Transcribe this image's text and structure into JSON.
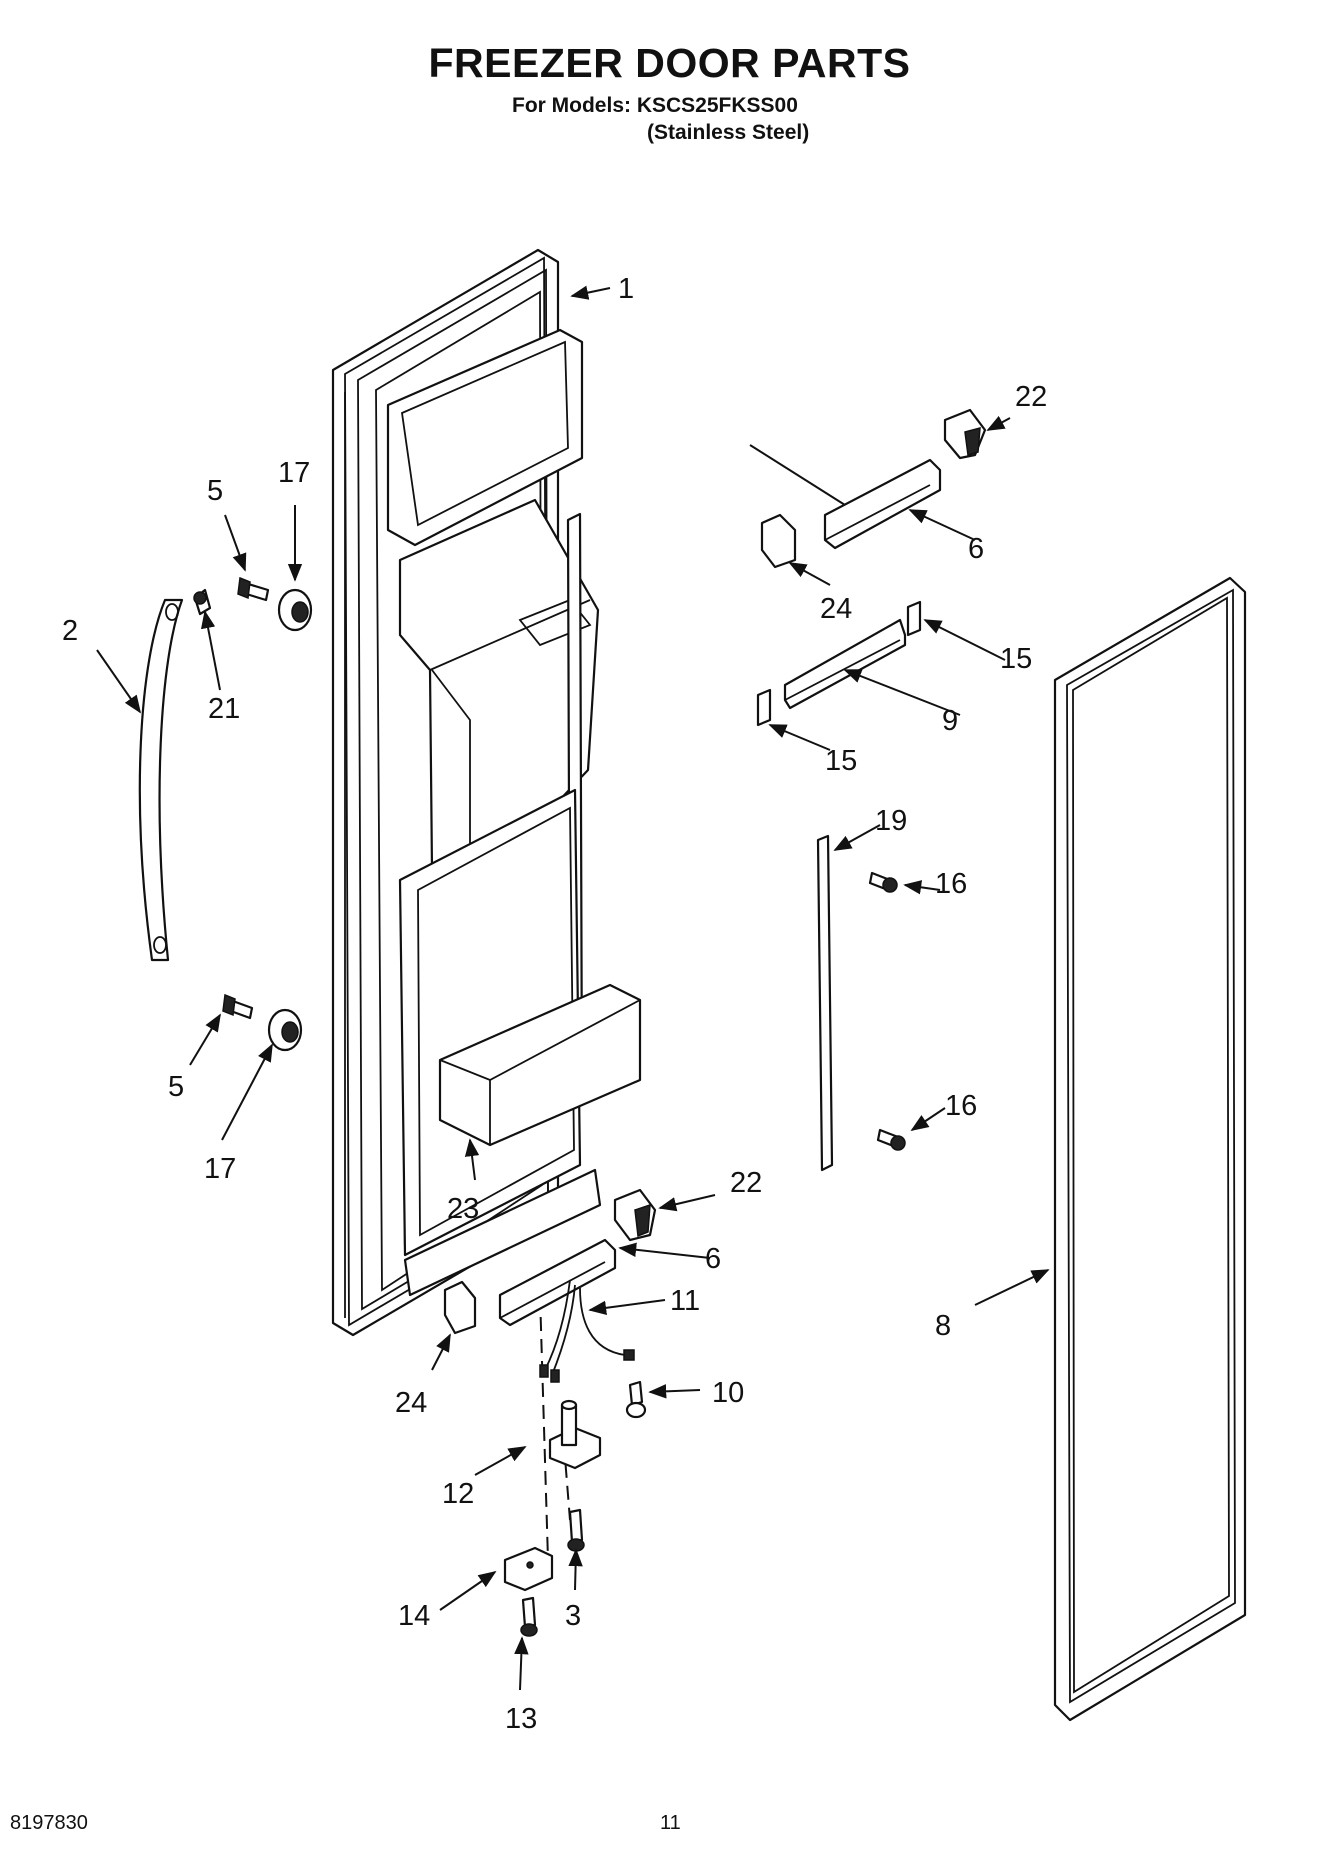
{
  "header": {
    "title": "FREEZER DOOR PARTS",
    "models_line": "For Models: KSCS25FKSS00",
    "finish_line": "(Stainless Steel)"
  },
  "footer": {
    "doc_number": "8197830",
    "page_number": "11"
  },
  "callouts": [
    {
      "id": "c1",
      "label": "1"
    },
    {
      "id": "c22a",
      "label": "22"
    },
    {
      "id": "c17a",
      "label": "17"
    },
    {
      "id": "c5a",
      "label": "5"
    },
    {
      "id": "c6a",
      "label": "6"
    },
    {
      "id": "c2",
      "label": "2"
    },
    {
      "id": "c21",
      "label": "21"
    },
    {
      "id": "c24a",
      "label": "24"
    },
    {
      "id": "c15a",
      "label": "15"
    },
    {
      "id": "c9",
      "label": "9"
    },
    {
      "id": "c15b",
      "label": "15"
    },
    {
      "id": "c19",
      "label": "19"
    },
    {
      "id": "c16a",
      "label": "16"
    },
    {
      "id": "c5b",
      "label": "5"
    },
    {
      "id": "c17b",
      "label": "17"
    },
    {
      "id": "c16b",
      "label": "16"
    },
    {
      "id": "c22b",
      "label": "22"
    },
    {
      "id": "c23",
      "label": "23"
    },
    {
      "id": "c6b",
      "label": "6"
    },
    {
      "id": "c11",
      "label": "11"
    },
    {
      "id": "c8",
      "label": "8"
    },
    {
      "id": "c10",
      "label": "10"
    },
    {
      "id": "c24b",
      "label": "24"
    },
    {
      "id": "c12",
      "label": "12"
    },
    {
      "id": "c3",
      "label": "3"
    },
    {
      "id": "c14",
      "label": "14"
    },
    {
      "id": "c13",
      "label": "13"
    }
  ]
}
